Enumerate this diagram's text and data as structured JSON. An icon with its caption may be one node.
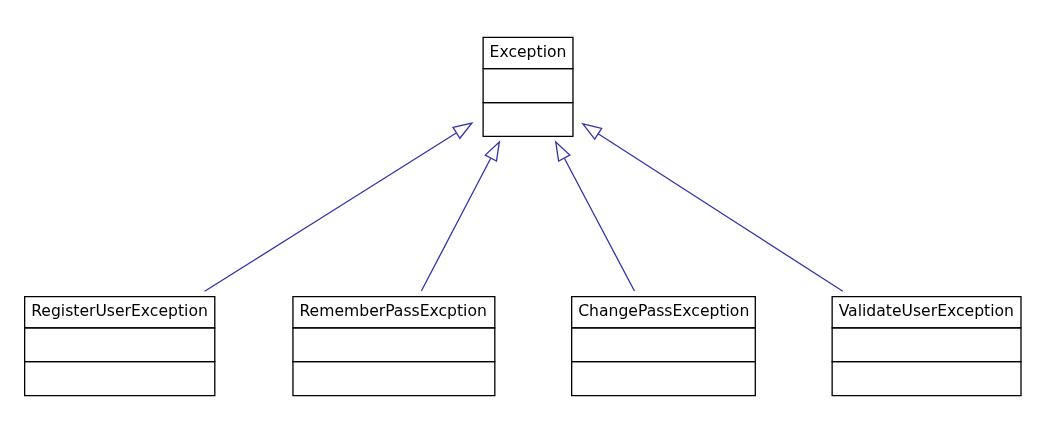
{
  "diagram": {
    "nodes": [
      {
        "text": [
          "Exception"
        ]
      },
      {
        "text": [
          "RegisterUserException"
        ]
      },
      {
        "text": [
          "RememberPassExcption"
        ]
      },
      {
        "text": [
          "ChangePassException"
        ]
      },
      {
        "text": [
          "ValidateUserException"
        ]
      }
    ],
    "edges": [
      {
        "from": 1,
        "to": 0,
        "arrow": "to"
      },
      {
        "from": 2,
        "to": 0,
        "arrow": "to"
      },
      {
        "from": 3,
        "to": 0,
        "arrow": "to"
      },
      {
        "from": 4,
        "to": 0,
        "arrow": "to"
      }
    ]
  }
}
